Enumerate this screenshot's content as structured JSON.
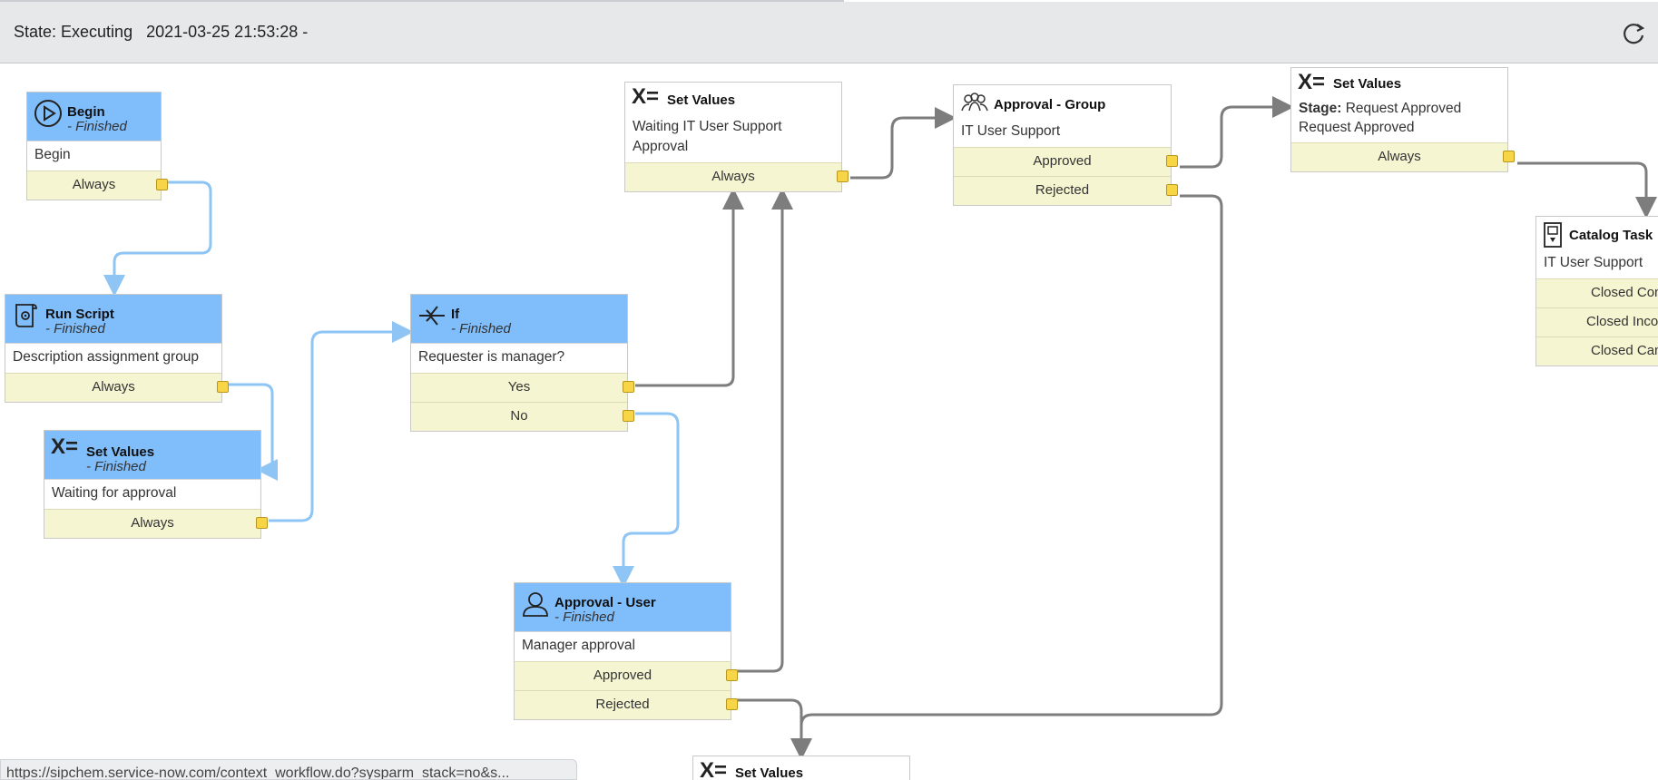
{
  "header": {
    "state_label": "State: Executing",
    "timestamp": "2021-03-25 21:53:28 -",
    "refresh_icon": "refresh-icon"
  },
  "colors": {
    "header_bg": "#e6e8ea",
    "finished_node": "#80bdfb",
    "condition_bg": "#f6f5d2",
    "port": "#f7d547",
    "active_path": "#8ec5f5",
    "pending_path": "#7d7d7d"
  },
  "nodes": {
    "begin": {
      "icon": "play-icon",
      "title": "Begin",
      "status": "- Finished",
      "body": "Begin",
      "conditions": [
        "Always"
      ]
    },
    "run_script": {
      "icon": "script-icon",
      "title": "Run Script",
      "status": "- Finished",
      "body": "Description assignment group",
      "conditions": [
        "Always"
      ]
    },
    "set_values_1": {
      "icon": "set-values-icon",
      "title": "Set Values",
      "status": "- Finished",
      "body": "Waiting for approval",
      "conditions": [
        "Always"
      ]
    },
    "if": {
      "icon": "branch-icon",
      "title": "If",
      "status": "- Finished",
      "body": "Requester is manager?",
      "conditions": [
        "Yes",
        "No"
      ]
    },
    "approval_user": {
      "icon": "user-icon",
      "title": "Approval - User",
      "status": "- Finished",
      "body": "Manager approval",
      "conditions": [
        "Approved",
        "Rejected"
      ]
    },
    "set_values_2": {
      "icon": "set-values-icon",
      "title": "Set Values",
      "body": "Waiting IT User Support Approval",
      "conditions": [
        "Always"
      ]
    },
    "approval_group": {
      "icon": "group-icon",
      "title": "Approval - Group",
      "body": "IT User Support",
      "conditions": [
        "Approved",
        "Rejected"
      ]
    },
    "set_values_3": {
      "icon": "set-values-icon",
      "title": "Set Values",
      "body_label": "Stage:",
      "body_value": "Request Approved",
      "body_line2": "Request Approved",
      "conditions": [
        "Always"
      ]
    },
    "catalog_task": {
      "icon": "catalog-task-icon",
      "title": "Catalog Task",
      "body": "IT User Support",
      "conditions": [
        "Closed Con",
        "Closed Inco",
        "Closed Can"
      ]
    },
    "set_values_4": {
      "icon": "set-values-icon",
      "title": "Set Values"
    }
  },
  "status_bar": {
    "url": "https://sipchem.service-now.com/context_workflow.do?sysparm_stack=no&s..."
  }
}
